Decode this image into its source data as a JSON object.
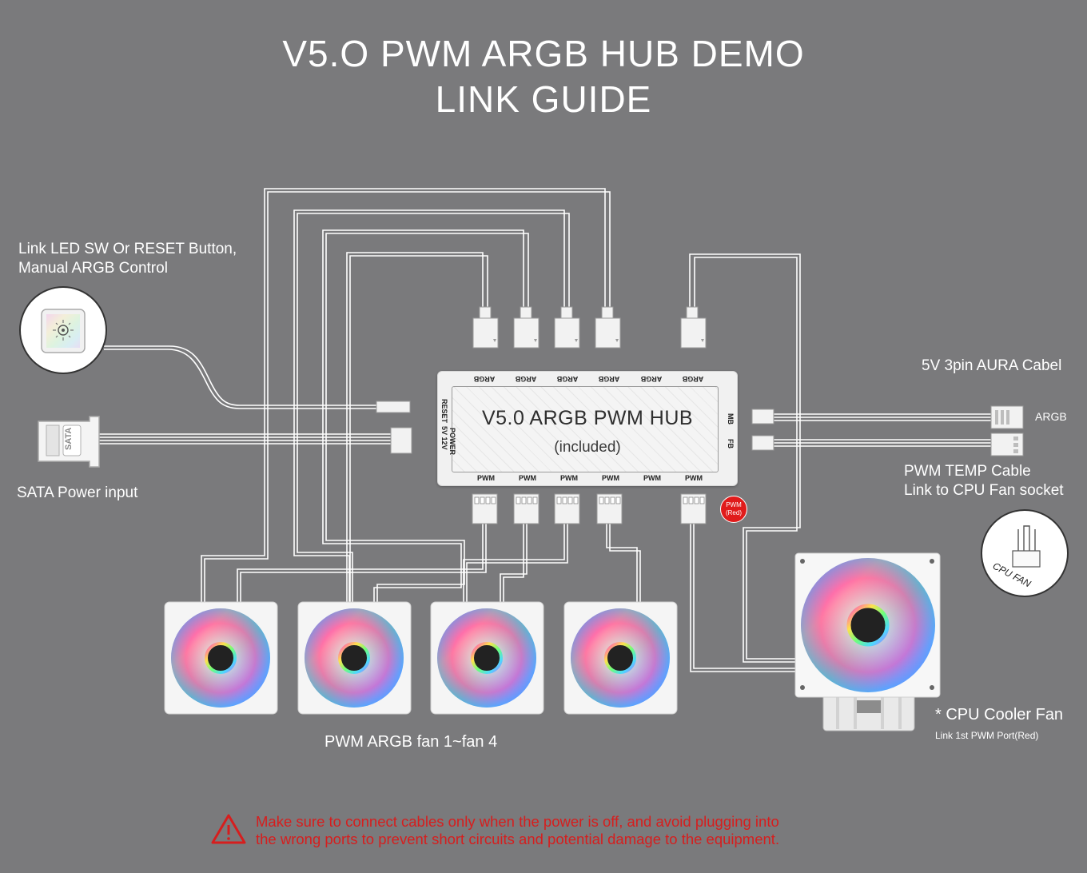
{
  "title": {
    "line1": "V5.O PWM ARGB HUB DEMO",
    "line2": "LINK GUIDE"
  },
  "hub": {
    "name": "V5.0 ARGB PWM HUB",
    "note": "(included)",
    "top_ports": [
      "ARGB",
      "ARGB",
      "ARGB",
      "ARGB",
      "ARGB",
      "ARGB"
    ],
    "bottom_ports": [
      "PWM",
      "PWM",
      "PWM",
      "PWM",
      "PWM",
      "PWM"
    ],
    "left_labels": [
      "RESET",
      "POWER",
      "5V 12V"
    ],
    "right_labels": [
      "MB",
      "FB"
    ]
  },
  "labels": {
    "led_sw": "Link LED SW Or RESET Button,",
    "led_sw2": "Manual ARGB Control",
    "sata": "SATA Power input",
    "sata_plug": "SATA",
    "aura": "5V 3pin AURA Cabel",
    "argb": "ARGB",
    "pwm_temp": "PWM TEMP Cable",
    "pwm_temp2": "Link to CPU Fan socket",
    "cpu_fan_socket": "CPU FAN",
    "fans": "PWM ARGB fan 1~fan 4",
    "cooler": "* CPU Cooler Fan",
    "cooler_note": "Link 1st PWM Port(Red)",
    "pwm_red_1": "PWM",
    "pwm_red_2": "(Red)"
  },
  "warning": {
    "line1": "Make sure to connect cables only when the power is off, and avoid plugging into",
    "line2": "the wrong ports to prevent short circuits and potential damage to the equipment."
  },
  "colors": {
    "background": "#7a7a7c",
    "warning": "#d61e1e",
    "accent_red": "#e01b1b"
  }
}
